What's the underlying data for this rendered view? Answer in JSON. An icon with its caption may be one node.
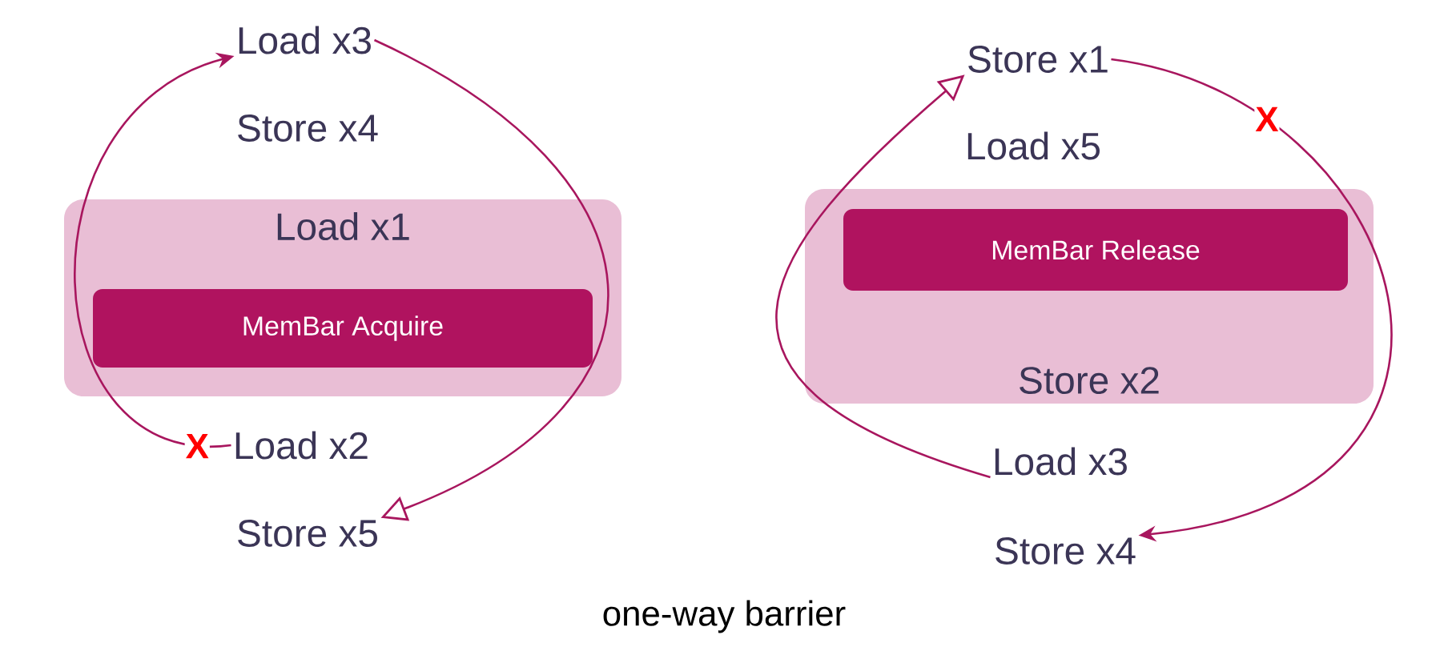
{
  "diagram": {
    "caption": "one-way barrier",
    "nodes": [
      {
        "text": [
          "Load x3"
        ]
      },
      {
        "text": [
          "Store x4"
        ]
      },
      {
        "text": [
          "Load x1"
        ]
      },
      {
        "text": [
          "MemBar Acquire"
        ],
        "in": 2
      },
      {
        "text": [
          "Load x2"
        ]
      },
      {
        "text": [
          "Store x5"
        ]
      },
      {
        "text": [
          "Store x1"
        ]
      },
      {
        "text": [
          "Load x5"
        ]
      },
      {
        "text": [
          "Store x2"
        ]
      },
      {
        "text": [
          "MemBar Release"
        ],
        "in": 8
      },
      {
        "text": [
          "Load x3"
        ]
      },
      {
        "text": [
          "Store x4"
        ]
      }
    ],
    "edges": [
      {
        "from": 0,
        "to": 5,
        "arrow": "to"
      },
      {
        "from": 4,
        "to": 0,
        "arrow": "to",
        "label": "X"
      },
      {
        "from": 10,
        "to": 6,
        "arrow": "to"
      },
      {
        "from": 6,
        "to": 11,
        "arrow": "to",
        "label": "X"
      }
    ]
  }
}
